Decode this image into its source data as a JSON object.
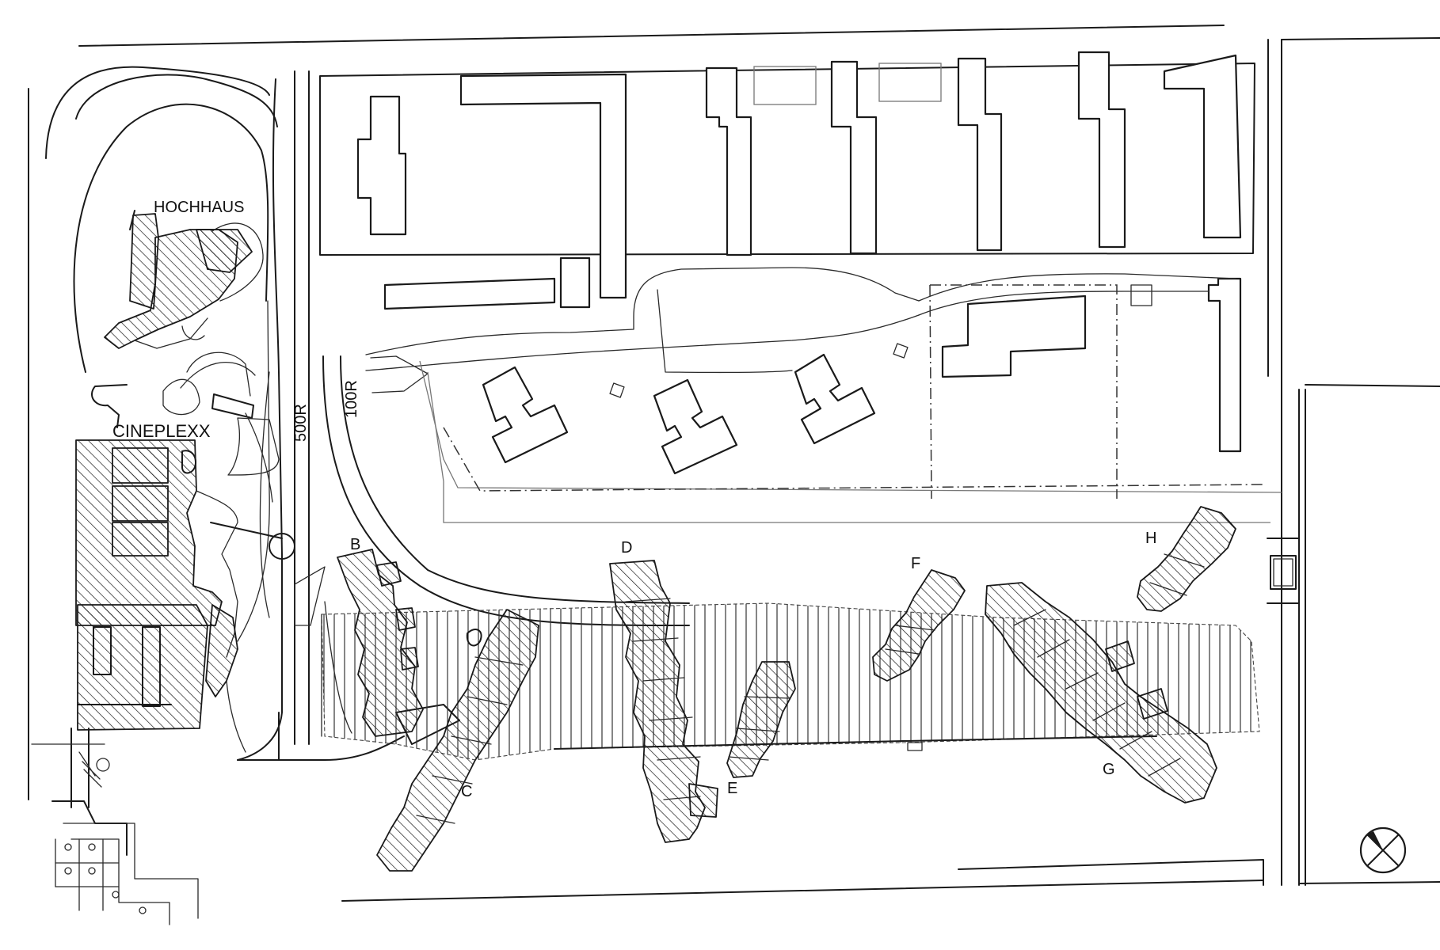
{
  "labels": {
    "hochhaus": "HOCHHAUS",
    "cineplexx": "CINEPLEXX",
    "radius_500": "500R",
    "radius_100": "100R",
    "block_b": "B",
    "block_c": "C",
    "block_d": "D",
    "block_e": "E",
    "block_f": "F",
    "block_g": "G",
    "block_h": "H"
  },
  "icons": {
    "north_arrow": "north-arrow-icon"
  },
  "colors": {
    "line": "#1a1a1a",
    "background": "#ffffff"
  }
}
